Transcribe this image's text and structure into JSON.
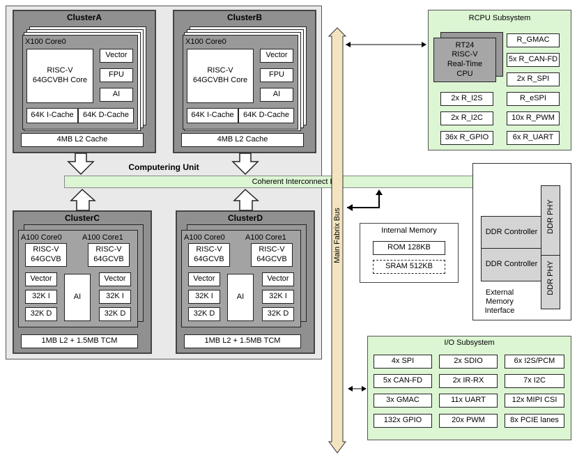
{
  "computing_unit": {
    "title": "Computering Unit",
    "coherent_bus": "Coherent Interconnect Bus"
  },
  "cluster_a": {
    "title": "ClusterA",
    "core_title": "X100 Core0",
    "core": "RISC-V\n64GCVBH Core",
    "vector": "Vector",
    "fpu": "FPU",
    "ai": "AI",
    "icache": "64K I-Cache",
    "dcache": "64K D-Cache",
    "l2": "4MB L2 Cache"
  },
  "cluster_b": {
    "title": "ClusterB",
    "core_title": "X100 Core0",
    "core": "RISC-V\n64GCVBH Core",
    "vector": "Vector",
    "fpu": "FPU",
    "ai": "AI",
    "icache": "64K I-Cache",
    "dcache": "64K D-Cache",
    "l2": "4MB L2 Cache"
  },
  "cluster_c": {
    "title": "ClusterC",
    "core0_title": "A100 Core0",
    "core1_title": "A100 Core1",
    "core": "RISC-V\n64GCVB",
    "vector": "Vector",
    "icache": "32K I",
    "dcache": "32K D",
    "ai": "AI",
    "l2": "1MB L2 + 1.5MB TCM"
  },
  "cluster_d": {
    "title": "ClusterD",
    "core0_title": "A100 Core0",
    "core1_title": "A100 Core1",
    "core": "RISC-V\n64GCVB",
    "vector": "Vector",
    "icache": "32K I",
    "dcache": "32K D",
    "ai": "AI",
    "l2": "1MB L2 + 1.5MB TCM"
  },
  "main_bus": "Main Fabrix Bus",
  "rcpu": {
    "title": "RCPU Subsystem",
    "cpu": "RT24\nRISC-V\nReal-Time\nCPU",
    "items": [
      "R_GMAC",
      "5x R_CAN-FD",
      "2x R_SPI",
      "2x R_I2S",
      "R_eSPI",
      "2x R_I2C",
      "10x R_PWM",
      "36x R_GPIO",
      "6x R_UART"
    ]
  },
  "internal_memory": {
    "title": "Internal Memory",
    "rom": "ROM 128KB",
    "sram": "SRAM 512KB"
  },
  "ddr": {
    "controller1": "DDR Controller",
    "controller2": "DDR Controller",
    "phy1": "DDR PHY",
    "phy2": "DDR PHY",
    "label": "External\nMemory\nInterface"
  },
  "io": {
    "title": "I/O Subsystem",
    "items": [
      "4x SPI",
      "2x SDIO",
      "6x I2S/PCM",
      "5x CAN-FD",
      "2x IR-RX",
      "7x I2C",
      "3x GMAC",
      "11x UART",
      "12x MIPI CSI",
      "132x GPIO",
      "20x PWM",
      "8x PCIE lanes"
    ]
  }
}
